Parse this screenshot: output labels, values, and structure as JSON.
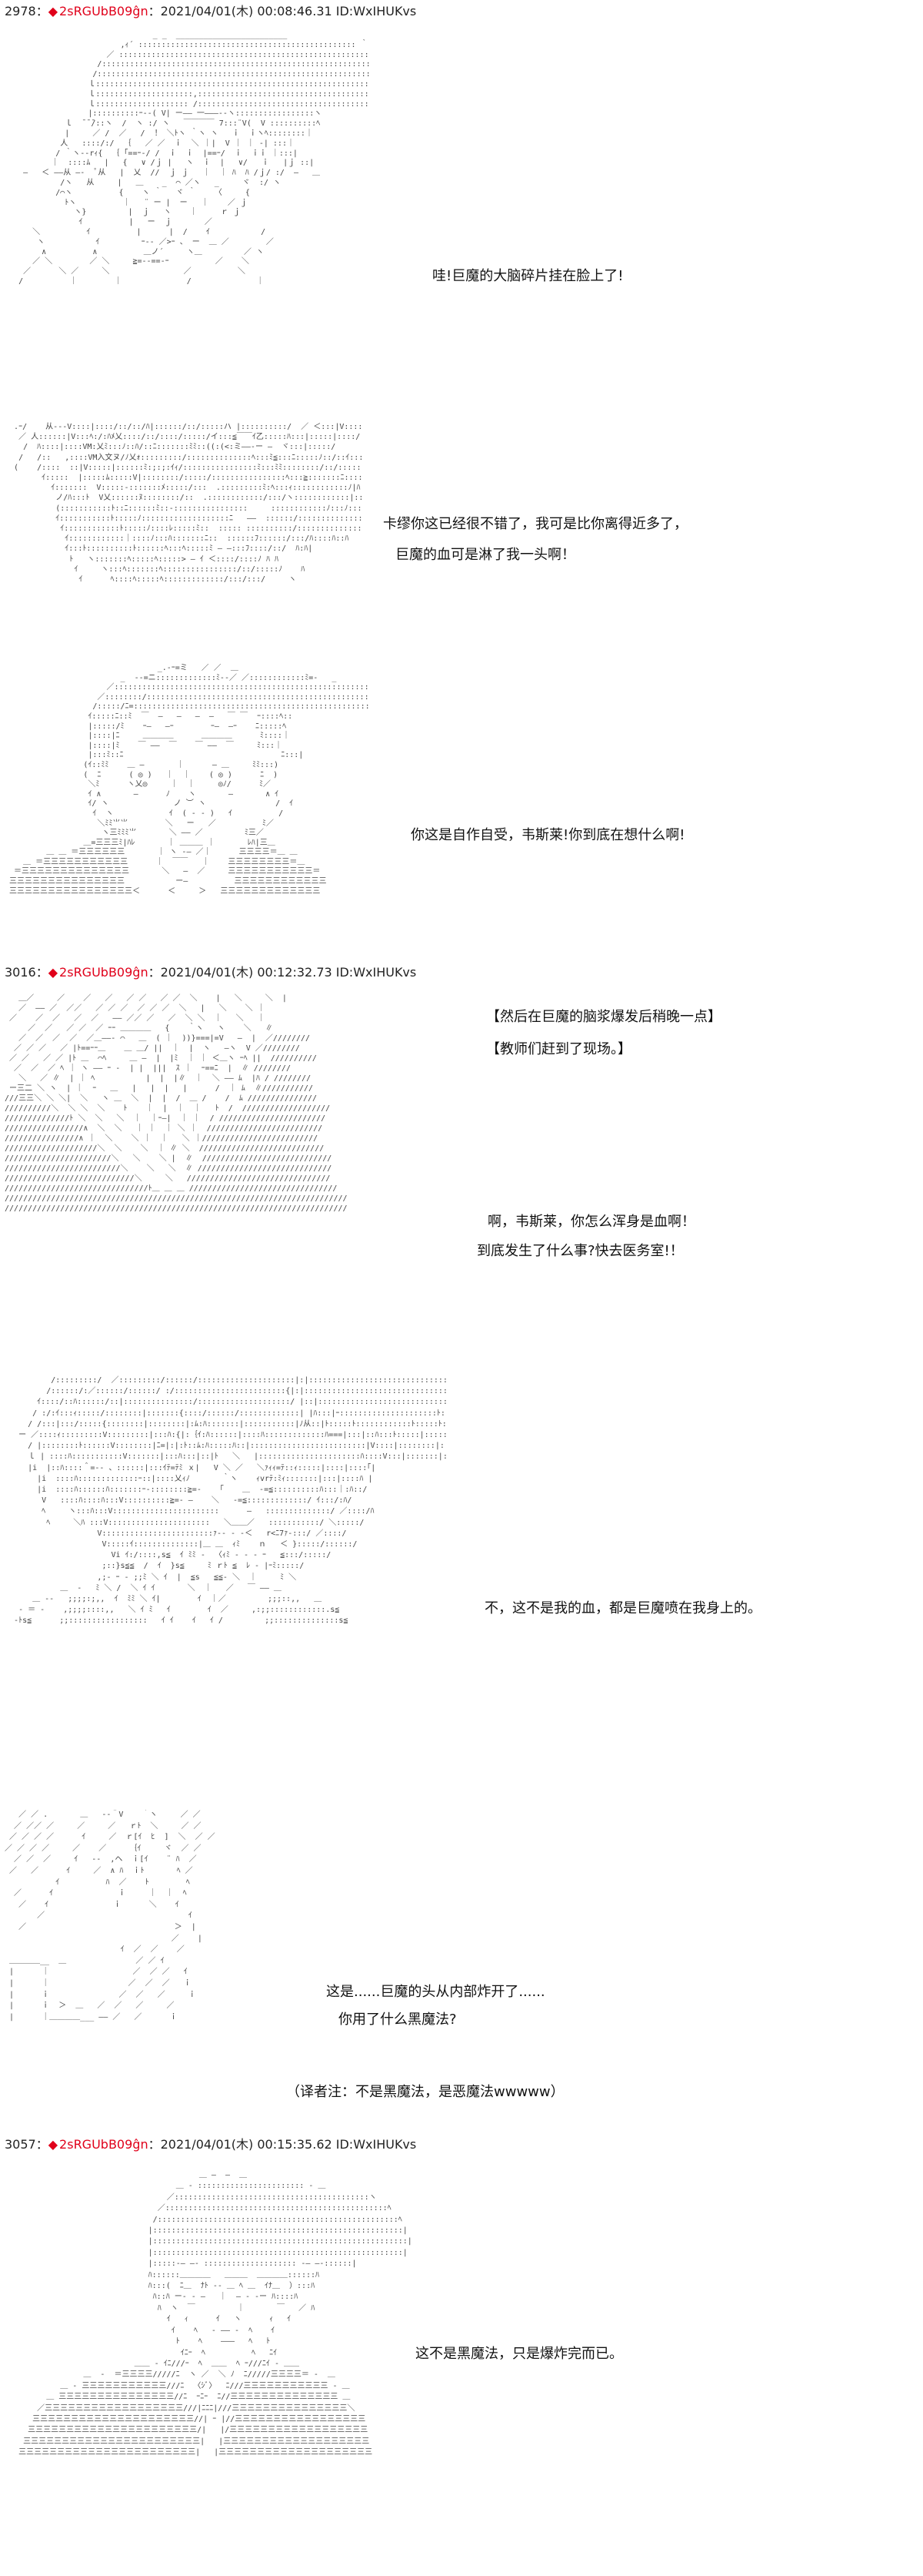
{
  "posts": [
    {
      "number": "2978",
      "separator": "：",
      "diamond": "◆",
      "trip": "2sRGUbB09ĝn",
      "datetime": "：2021/04/01(木) 00:08:46.31 ID:WxIHUKvs"
    },
    {
      "number": "3016",
      "separator": "：",
      "diamond": "◆",
      "trip": "2sRGUbB09ĝn",
      "datetime": "：2021/04/01(木) 00:12:32.73 ID:WxIHUKvs"
    },
    {
      "number": "3057",
      "separator": "：",
      "diamond": "◆",
      "trip": "2sRGUbB09ĝn",
      "datetime": "：2021/04/01(木) 00:15:35.62 ID:WxIHUKvs"
    }
  ],
  "dialogs": {
    "p1": [
      "哇!巨魔的大脑碎片挂在脸上了!"
    ],
    "p2": [
      "卡缪你这已经很不错了，我可是比你离得近多了，",
      "巨魔的血可是淋了我一头啊！"
    ],
    "p3": [
      "你这是自作自受，韦斯莱!你到底在想什么啊!"
    ],
    "p4a": [
      "【然后在巨魔的脑浆爆发后稍晚一点】",
      "【教师们赶到了现场。】"
    ],
    "p4b": [
      "啊，韦斯莱，你怎么浑身是血啊！",
      "到底发生了什么事?快去医务室!！"
    ],
    "p5": [
      "不，这不是我的血，都是巨魔喷在我身上的。"
    ],
    "p6": [
      "这是......巨魔的头从内部炸开了......",
      "你用了什么黑魔法?"
    ],
    "p6note": [
      "（译者注：不是黑魔法，是恶魔法wwwww）"
    ],
    "p7": [
      "这不是黑魔法，只是爆炸完而已。"
    ]
  }
}
